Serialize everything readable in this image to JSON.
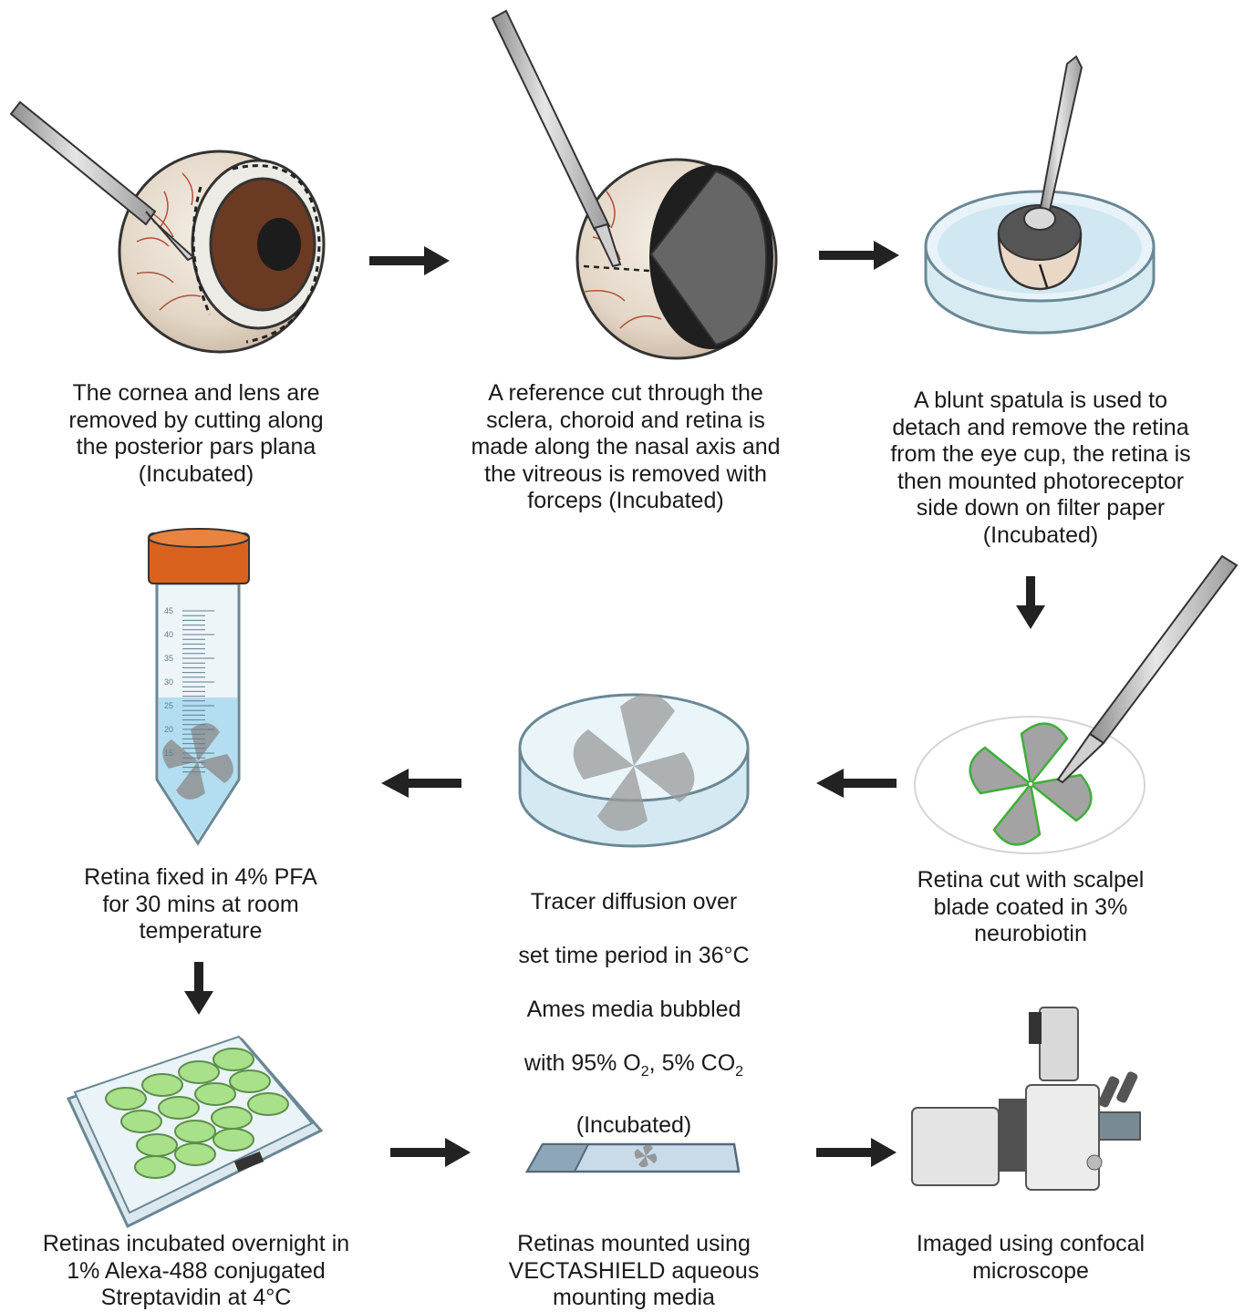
{
  "steps": [
    {
      "id": 1,
      "caption": "The cornea and lens are\nremoved by cutting along\nthe posterior pars plana\n(Incubated)"
    },
    {
      "id": 2,
      "caption": "A reference cut through the\nsclera, choroid and retina is\nmade along the nasal axis and\nthe vitreous is removed with\nforceps (Incubated)"
    },
    {
      "id": 3,
      "caption": "A blunt spatula is used to\ndetach and remove the retina\nfrom the eye cup, the retina is\nthen mounted photoreceptor\nside down on filter paper\n(Incubated)"
    },
    {
      "id": 4,
      "caption": "Retina cut with scalpel\nblade coated in 3%\nneurobiotin"
    },
    {
      "id": 5,
      "caption_lines": [
        "Tracer diffusion over",
        "set time period in 36°C",
        "Ames media bubbled"
      ],
      "caption_gas": {
        "prefix": "with 95% O",
        "sub1": "2",
        "mid": ", 5% CO",
        "sub2": "2"
      },
      "caption_tail": "(Incubated)"
    },
    {
      "id": 6,
      "caption": "Retina fixed in 4% PFA\nfor 30 mins at room\ntemperature"
    },
    {
      "id": 7,
      "caption": "Retinas incubated overnight in\n1% Alexa-488 conjugated\nStreptavidin at 4°C"
    },
    {
      "id": 8,
      "caption": "Retinas mounted using\nVECTASHIELD aqueous\nmounting media"
    },
    {
      "id": 9,
      "caption": "Imaged using confocal\nmicroscope"
    }
  ],
  "tube_scale": [
    "45",
    "40",
    "35",
    "30",
    "25",
    "20",
    "15"
  ],
  "colors": {
    "arrow": "#222222",
    "tube_cap": "#d9631e",
    "liquid": "#a8d8ee",
    "well_green": "#a9e08a",
    "retina": "#9a9a9a",
    "iris": "#6b3a22",
    "vitreous": "#555555"
  }
}
